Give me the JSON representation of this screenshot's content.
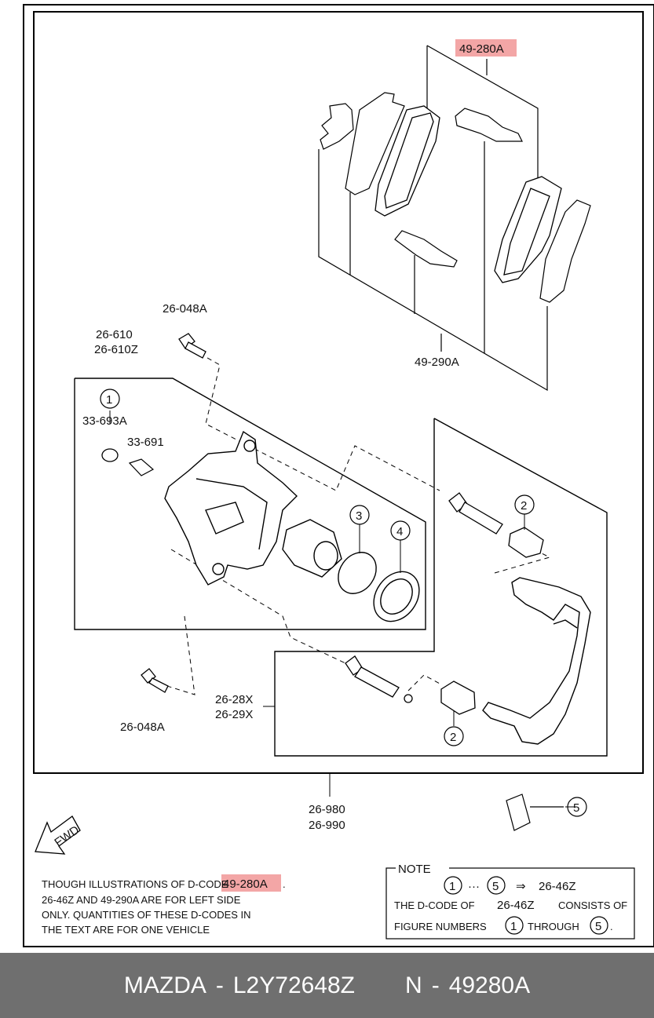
{
  "labels": {
    "pad_kit": "49-280A",
    "shim_kit": "49-290A",
    "bolt_top": "26-048A",
    "caliper_a": "26-610",
    "caliper_b": "26-610Z",
    "callout_1": "1",
    "bleeder_cap": "33-693A",
    "bleeder_screw": "33-691",
    "callout_2a": "2",
    "callout_2b": "2",
    "callout_3": "3",
    "callout_4": "4",
    "callout_5": "5",
    "bracket_a": "26-28X",
    "bracket_b": "26-29X",
    "bolt_bottom": "26-048A",
    "assembly_a": "26-980",
    "assembly_b": "26-990",
    "fwd": "FWD"
  },
  "footnote": {
    "line1_prefix": "THOUGH ILLUSTRATIONS OF D-CODE",
    "line1_code": "49-280A",
    "line1_suffix": ".",
    "line2": "26-46Z AND 49-290A ARE FOR LEFT SIDE",
    "line3": "ONLY. QUANTITIES OF THESE D-CODES IN",
    "line4": "THE TEXT ARE FOR ONE VEHICLE"
  },
  "note": {
    "title": "NOTE",
    "range_from": "1",
    "ellipsis": "···",
    "range_to": "5",
    "arrow": "⇒",
    "code": "26-46Z",
    "line2_prefix": "THE D-CODE OF",
    "line2_code": "26-46Z",
    "line2_suffix": "CONSISTS OF",
    "line3_prefix": "FIGURE NUMBERS",
    "line3_from": "1",
    "line3_mid": "THROUGH",
    "line3_to": "5",
    "line3_end": "."
  },
  "footer": {
    "brand": "MAZDA",
    "sep1": "-",
    "part": "L2Y72648Z",
    "prefix": "N",
    "sep2": "-",
    "number": "49280A"
  }
}
